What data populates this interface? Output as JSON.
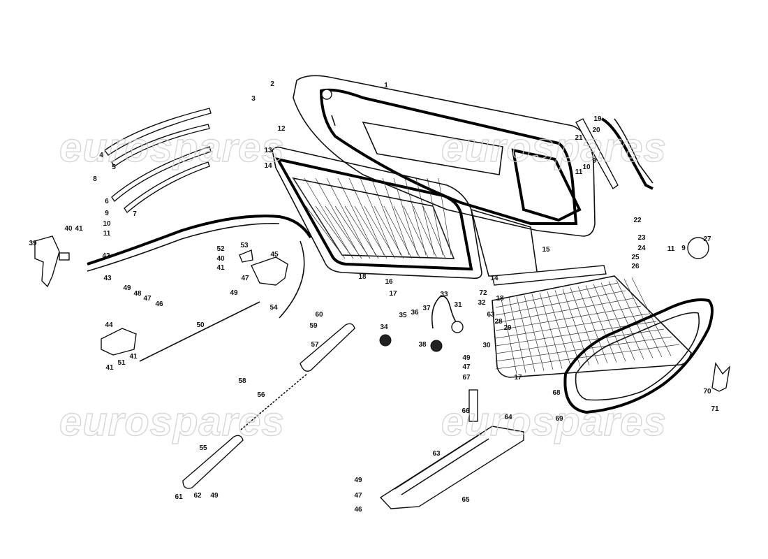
{
  "watermark": {
    "text": "eurospares"
  },
  "callouts": [
    {
      "id": "c1",
      "text": "1"
    },
    {
      "id": "c2",
      "text": "2"
    },
    {
      "id": "c3",
      "text": "3"
    },
    {
      "id": "c4",
      "text": "4"
    },
    {
      "id": "c5",
      "text": "5"
    },
    {
      "id": "c6",
      "text": "6"
    },
    {
      "id": "c7",
      "text": "7"
    },
    {
      "id": "c8",
      "text": "8"
    },
    {
      "id": "c9a",
      "text": "9"
    },
    {
      "id": "c9b",
      "text": "9"
    },
    {
      "id": "c9c",
      "text": "9"
    },
    {
      "id": "c10a",
      "text": "10"
    },
    {
      "id": "c10b",
      "text": "10"
    },
    {
      "id": "c11a",
      "text": "11"
    },
    {
      "id": "c11b",
      "text": "11"
    },
    {
      "id": "c11c",
      "text": "11"
    },
    {
      "id": "c12",
      "text": "12"
    },
    {
      "id": "c13",
      "text": "13"
    },
    {
      "id": "c14a",
      "text": "14"
    },
    {
      "id": "c14b",
      "text": "14"
    },
    {
      "id": "c15",
      "text": "15"
    },
    {
      "id": "c16",
      "text": "16"
    },
    {
      "id": "c17a",
      "text": "17"
    },
    {
      "id": "c17b",
      "text": "17"
    },
    {
      "id": "c18a",
      "text": "18"
    },
    {
      "id": "c18b",
      "text": "18"
    },
    {
      "id": "c19",
      "text": "19"
    },
    {
      "id": "c20",
      "text": "20"
    },
    {
      "id": "c21",
      "text": "21"
    },
    {
      "id": "c22",
      "text": "22"
    },
    {
      "id": "c23",
      "text": "23"
    },
    {
      "id": "c24",
      "text": "24"
    },
    {
      "id": "c25",
      "text": "25"
    },
    {
      "id": "c26",
      "text": "26"
    },
    {
      "id": "c27",
      "text": "27"
    },
    {
      "id": "c28",
      "text": "28"
    },
    {
      "id": "c29",
      "text": "29"
    },
    {
      "id": "c30",
      "text": "30"
    },
    {
      "id": "c31",
      "text": "31"
    },
    {
      "id": "c32",
      "text": "32"
    },
    {
      "id": "c33",
      "text": "33"
    },
    {
      "id": "c34",
      "text": "34"
    },
    {
      "id": "c35",
      "text": "35"
    },
    {
      "id": "c36",
      "text": "36"
    },
    {
      "id": "c37",
      "text": "37"
    },
    {
      "id": "c38",
      "text": "38"
    },
    {
      "id": "c39",
      "text": "39"
    },
    {
      "id": "c40a",
      "text": "40"
    },
    {
      "id": "c40b",
      "text": "40"
    },
    {
      "id": "c41a",
      "text": "41"
    },
    {
      "id": "c41b",
      "text": "41"
    },
    {
      "id": "c41c",
      "text": "41"
    },
    {
      "id": "c41d",
      "text": "41"
    },
    {
      "id": "c42",
      "text": "42"
    },
    {
      "id": "c43",
      "text": "43"
    },
    {
      "id": "c44",
      "text": "44"
    },
    {
      "id": "c45",
      "text": "45"
    },
    {
      "id": "c46a",
      "text": "46"
    },
    {
      "id": "c46b",
      "text": "46"
    },
    {
      "id": "c47a",
      "text": "47"
    },
    {
      "id": "c47b",
      "text": "47"
    },
    {
      "id": "c47c",
      "text": "47"
    },
    {
      "id": "c47d",
      "text": "47"
    },
    {
      "id": "c48",
      "text": "48"
    },
    {
      "id": "c49a",
      "text": "49"
    },
    {
      "id": "c49b",
      "text": "49"
    },
    {
      "id": "c49c",
      "text": "49"
    },
    {
      "id": "c49d",
      "text": "49"
    },
    {
      "id": "c49e",
      "text": "49"
    },
    {
      "id": "c50",
      "text": "50"
    },
    {
      "id": "c51",
      "text": "51"
    },
    {
      "id": "c52",
      "text": "52"
    },
    {
      "id": "c53",
      "text": "53"
    },
    {
      "id": "c54",
      "text": "54"
    },
    {
      "id": "c55",
      "text": "55"
    },
    {
      "id": "c56",
      "text": "56"
    },
    {
      "id": "c57",
      "text": "57"
    },
    {
      "id": "c58",
      "text": "58"
    },
    {
      "id": "c59",
      "text": "59"
    },
    {
      "id": "c60",
      "text": "60"
    },
    {
      "id": "c61",
      "text": "61"
    },
    {
      "id": "c62",
      "text": "62"
    },
    {
      "id": "c63a",
      "text": "63"
    },
    {
      "id": "c63b",
      "text": "63"
    },
    {
      "id": "c64",
      "text": "64"
    },
    {
      "id": "c65",
      "text": "65"
    },
    {
      "id": "c66",
      "text": "66"
    },
    {
      "id": "c67",
      "text": "67"
    },
    {
      "id": "c68",
      "text": "68"
    },
    {
      "id": "c69",
      "text": "69"
    },
    {
      "id": "c70",
      "text": "70"
    },
    {
      "id": "c71",
      "text": "71"
    },
    {
      "id": "c72",
      "text": "72"
    }
  ]
}
